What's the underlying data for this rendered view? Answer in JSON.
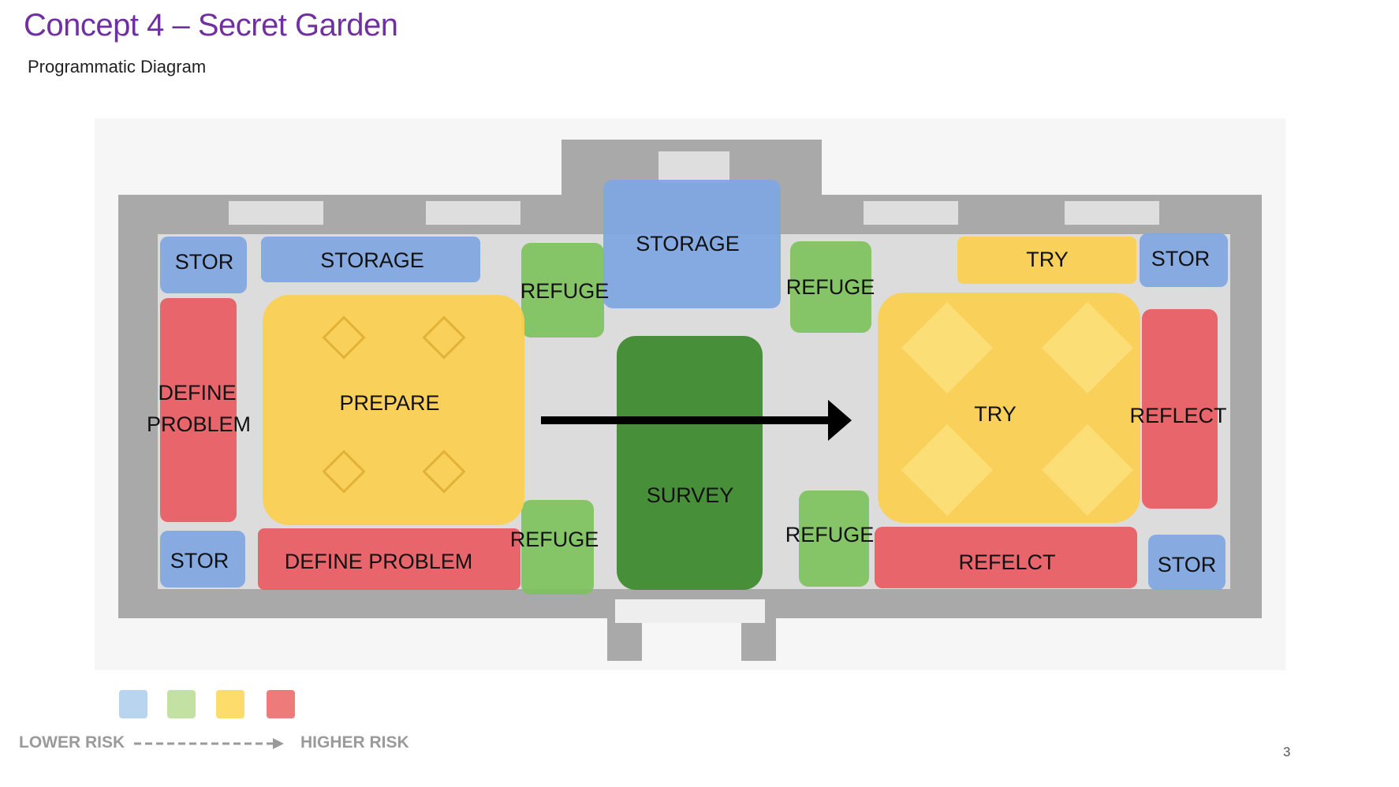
{
  "header": {
    "title": "Concept 4 – Secret Garden",
    "subtitle": "Programmatic Diagram"
  },
  "zones": {
    "stor_tl": "STOR",
    "storage_top_left": "STORAGE",
    "refuge_top_left": "REFUGE",
    "storage_center": "STORAGE",
    "refuge_top_right": "REFUGE",
    "try_top": "TRY",
    "stor_tr": "STOR",
    "define_problem_left_1": "DEFINE",
    "define_problem_left_2": "PROBLEM",
    "prepare": "PREPARE",
    "survey": "SURVEY",
    "try_main": "TRY",
    "reflect": "REFLECT",
    "stor_bl": "STOR",
    "define_problem_bottom": "DEFINE PROBLEM",
    "refuge_bottom_left": "REFUGE",
    "refuge_bottom_right": "REFUGE",
    "refelct_bottom": "REFELCT",
    "stor_br": "STOR"
  },
  "legend": {
    "colors": [
      "#b8d4ef",
      "#c4e1a4",
      "#fddc6c",
      "#ef7a7a"
    ],
    "lower_label": "LOWER RISK",
    "higher_label": "HIGHER RISK"
  },
  "zone_colors": {
    "blue": "#7fa6e0",
    "green": "#7cc25a",
    "dark_green": "#3f8a2f",
    "yellow": "#fbd050",
    "red": "#e85a62"
  },
  "page": {
    "number": "3"
  }
}
